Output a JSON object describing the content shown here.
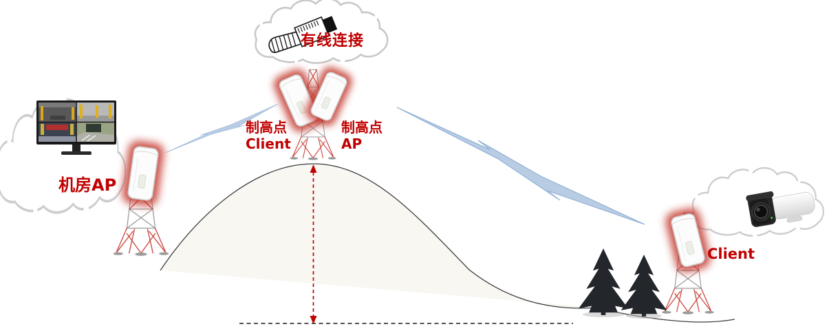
{
  "diagram": {
    "type": "wireless-network-topology",
    "labels": {
      "wired_connection": "有线连接",
      "highpoint_client_line1": "制高点",
      "highpoint_client_line2": "Client",
      "highpoint_ap_line1": "制高点",
      "highpoint_ap_line2": "AP",
      "room_ap": "机房AP",
      "client": "Client"
    },
    "icons": {
      "ethernet-connector-icon": "RJ45 wired-link plug in cloud",
      "monitor-icon": "NVR monitor showing 4 surveillance views",
      "camera-icon": "bullet surveillance camera",
      "tower-icon": "lattice radio mast",
      "ap-device-icon": "outdoor CPE/AP radio with red glow",
      "lightning-bolt-icon": "wireless link bolt",
      "pine-tree-icon": "conifer silhouette"
    },
    "colors": {
      "label_red": "#C00000",
      "glow_red": "#C2362B",
      "bolt_fill": "#B8CCE4",
      "bolt_stroke": "#94B2D5",
      "tower_red": "#C9453E",
      "tower_grey": "#9A9A9A",
      "cloud_stroke": "#C9C9C9",
      "hill_fill": "#F9F7F2",
      "hill_stroke": "#3C3C3C",
      "tree_fill": "#23272B",
      "dashed_baseline": "#1A1A1A"
    }
  }
}
